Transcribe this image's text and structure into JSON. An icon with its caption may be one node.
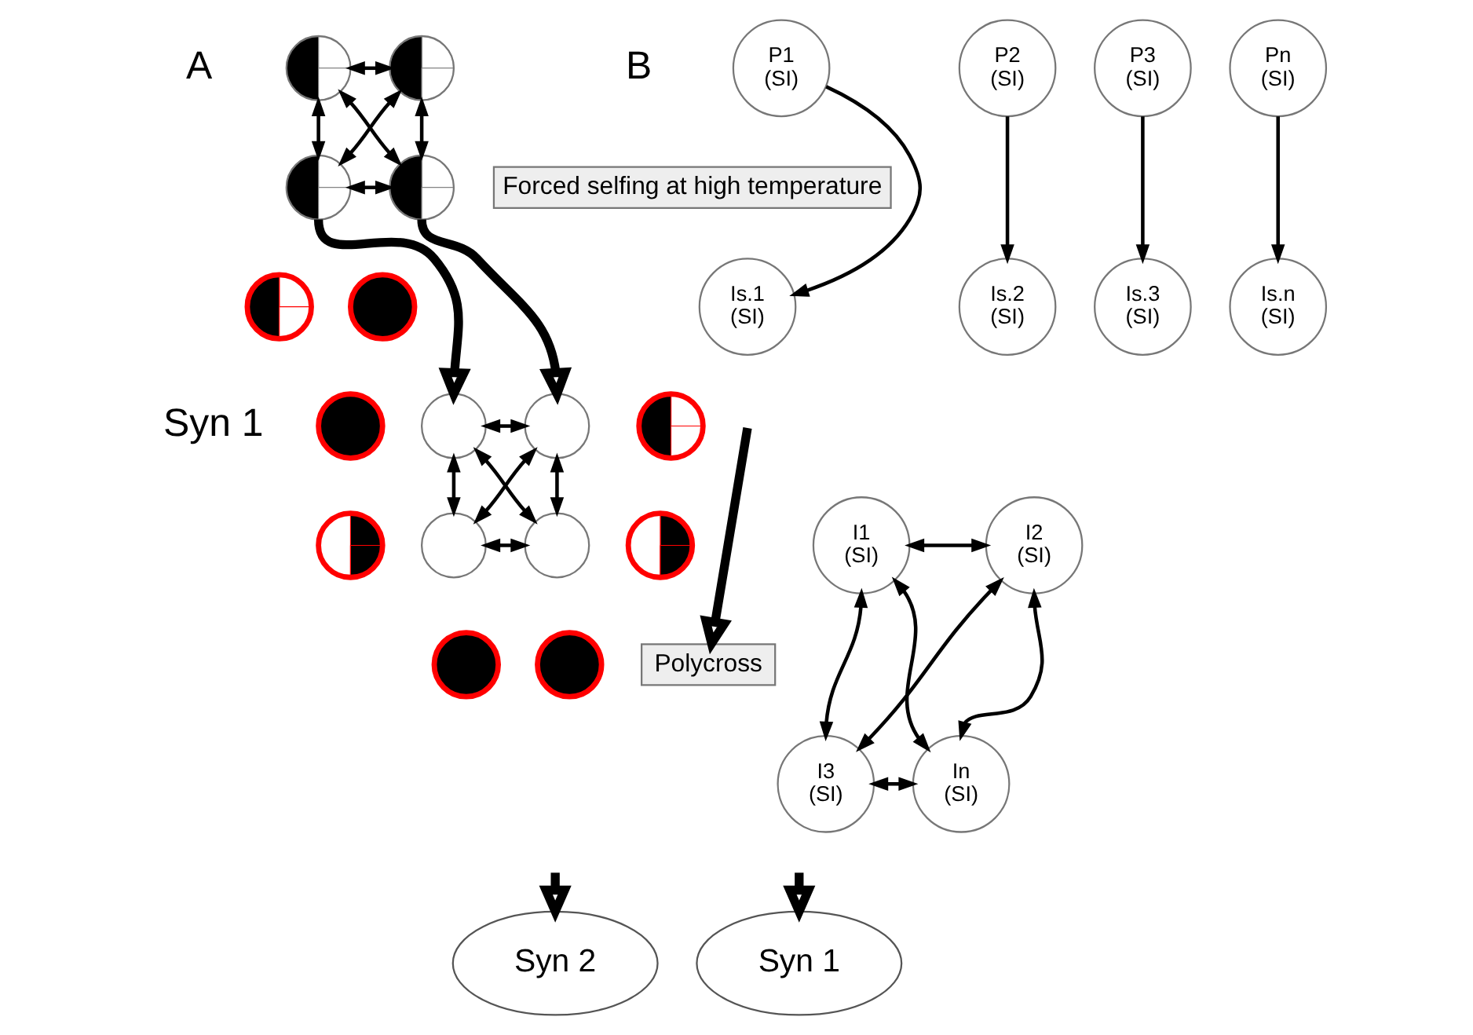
{
  "diagram": {
    "nodes": [
      {
        "text": [],
        "shape": "circle"
      },
      {
        "text": [],
        "shape": "circle"
      },
      {
        "text": [],
        "shape": "circle"
      },
      {
        "text": [],
        "shape": "circle"
      },
      {
        "text": [],
        "shape": "circle"
      },
      {
        "text": [],
        "shape": "circle"
      },
      {
        "text": [],
        "shape": "circle"
      },
      {
        "text": [],
        "shape": "circle"
      },
      {
        "text": [],
        "shape": "circle"
      },
      {
        "text": [],
        "shape": "circle"
      },
      {
        "text": [],
        "shape": "circle"
      },
      {
        "text": [],
        "shape": "circle"
      },
      {
        "text": [],
        "shape": "circle"
      },
      {
        "text": [],
        "shape": "circle"
      },
      {
        "text": [],
        "shape": "circle"
      },
      {
        "text": [],
        "shape": "circle"
      },
      {
        "text": [
          "Syn 2"
        ]
      },
      {
        "text": [
          "P1",
          "(SI)"
        ]
      },
      {
        "text": [
          "P2",
          "(SI)"
        ]
      },
      {
        "text": [
          "P3",
          "(SI)"
        ]
      },
      {
        "text": [
          "Pn",
          "(SI)"
        ]
      },
      {
        "text": [
          "Forced selfing at high temperature"
        ]
      },
      {
        "text": [
          "Is.1",
          "(SI)"
        ]
      },
      {
        "text": [
          "Is.2",
          "(SI)"
        ]
      },
      {
        "text": [
          "Is.3",
          "(SI)"
        ]
      },
      {
        "text": [
          "Is.n",
          "(SI)"
        ]
      },
      {
        "text": [
          "I1",
          "(SI)"
        ]
      },
      {
        "text": [
          "I2",
          "(SI)"
        ]
      },
      {
        "text": [
          "Polycross"
        ]
      },
      {
        "text": [
          "I3",
          "(SI)"
        ]
      },
      {
        "text": [
          "In",
          "(SI)"
        ]
      },
      {
        "text": [
          "Syn 1"
        ]
      }
    ],
    "edges": [
      {
        "from": 0,
        "to": 1,
        "arrow": "both"
      },
      {
        "from": 0,
        "to": 2,
        "arrow": "both"
      },
      {
        "from": 1,
        "to": 3,
        "arrow": "both"
      },
      {
        "from": 0,
        "to": 3,
        "arrow": "both"
      },
      {
        "from": 1,
        "to": 2,
        "arrow": "both"
      },
      {
        "from": 2,
        "to": 3,
        "arrow": "both"
      },
      {
        "from": 2,
        "to": 7,
        "arrow": "to",
        "style": "thick"
      },
      {
        "from": 3,
        "to": 8,
        "arrow": "to",
        "style": "thick"
      },
      {
        "from": 7,
        "to": 8,
        "arrow": "both"
      },
      {
        "from": 7,
        "to": 11,
        "arrow": "both"
      },
      {
        "from": 8,
        "to": 12,
        "arrow": "both"
      },
      {
        "from": 7,
        "to": 12,
        "arrow": "both"
      },
      {
        "from": 8,
        "to": 11,
        "arrow": "both"
      },
      {
        "from": 11,
        "to": 12,
        "arrow": "both"
      },
      {
        "from": null,
        "to": 16,
        "arrow": "to",
        "style": "thick"
      },
      {
        "from": 17,
        "to": 22,
        "arrow": "to"
      },
      {
        "from": 18,
        "to": 23,
        "arrow": "to"
      },
      {
        "from": 19,
        "to": 24,
        "arrow": "to"
      },
      {
        "from": 20,
        "to": 25,
        "arrow": "to"
      },
      {
        "from": null,
        "to": 28,
        "arrow": "to",
        "style": "thick"
      },
      {
        "from": 26,
        "to": 27,
        "arrow": "both"
      },
      {
        "from": 26,
        "to": 29,
        "arrow": "both"
      },
      {
        "from": 27,
        "to": 30,
        "arrow": "both"
      },
      {
        "from": 26,
        "to": 30,
        "arrow": "both"
      },
      {
        "from": 27,
        "to": 29,
        "arrow": "both"
      },
      {
        "from": 29,
        "to": 30,
        "arrow": "both"
      },
      {
        "from": null,
        "to": 31,
        "arrow": "to",
        "style": "thick"
      }
    ],
    "labels": [
      "A",
      "B",
      "Syn 1"
    ]
  }
}
